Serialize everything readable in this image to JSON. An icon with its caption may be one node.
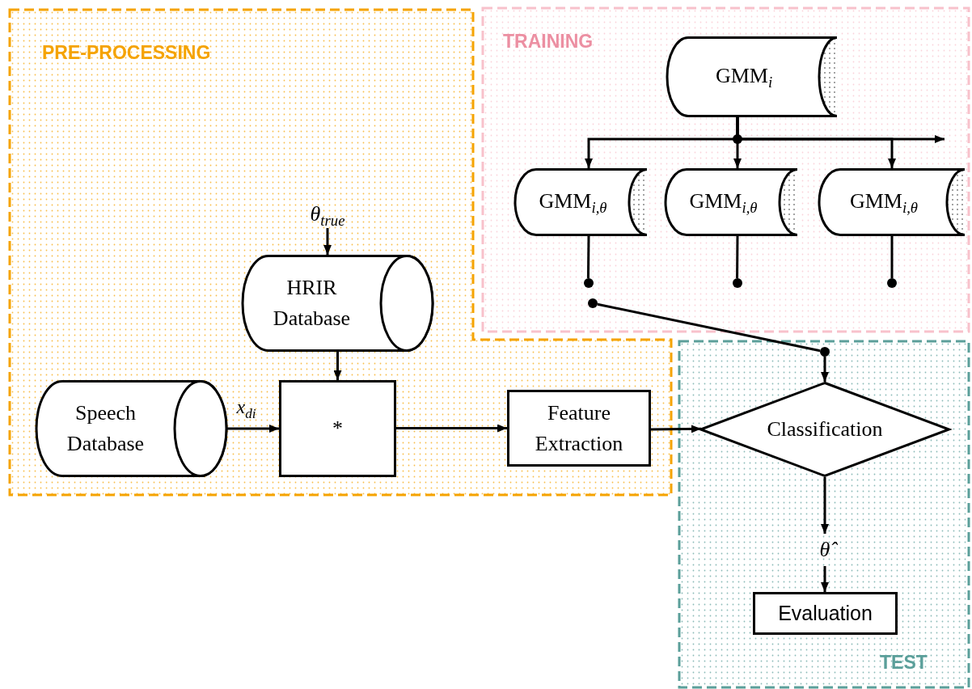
{
  "diagram": {
    "nodes": [
      {
        "text": [
          "PRE-PROCESSING"
        ]
      },
      {
        "text": [
          "TRAINING"
        ]
      },
      {
        "text": [
          "TEST"
        ]
      },
      {
        "text": [
          "GMM$_{i}$"
        ],
        "in": 1
      },
      {
        "text": [
          "GMM$_{i,θ}$"
        ],
        "in": 1
      },
      {
        "text": [
          "GMM$_{i,θ}$"
        ],
        "in": 1
      },
      {
        "text": [
          "GMM$_{i,θ}$"
        ],
        "in": 1
      },
      {
        "text": [
          "θ$_{true}$"
        ],
        "in": 0
      },
      {
        "text": [
          "HRIR Database"
        ],
        "in": 0
      },
      {
        "text": [
          "Speech Database"
        ],
        "in": 0
      },
      {
        "text": [
          "*"
        ],
        "in": 0
      },
      {
        "text": [
          "Feature Extraction"
        ],
        "in": 0
      },
      {
        "text": [
          "Classification"
        ],
        "in": 2
      },
      {
        "text": [
          "θ̂"
        ],
        "in": 2
      },
      {
        "text": [
          "Evaluation"
        ],
        "in": 2
      },
      {
        "text": [],
        "shape": "circle",
        "in": 1
      },
      {
        "text": [],
        "shape": "circle",
        "in": 1
      },
      {
        "text": [],
        "shape": "circle",
        "in": 1
      },
      {
        "text": [],
        "shape": "circle",
        "in": 1
      },
      {
        "text": [],
        "shape": "circle",
        "in": 2
      }
    ],
    "edges": [
      {
        "from": 3,
        "to": 4,
        "arrow": "to"
      },
      {
        "from": 3,
        "to": 5,
        "arrow": "to"
      },
      {
        "from": 3,
        "to": 6,
        "arrow": "to"
      },
      {
        "from": 3,
        "to": null,
        "arrow": "to"
      },
      {
        "from": 7,
        "to": 8,
        "arrow": "to"
      },
      {
        "from": 8,
        "to": 10,
        "arrow": "to"
      },
      {
        "from": 9,
        "to": 10,
        "arrow": "to",
        "label": "x$_{di}$"
      },
      {
        "from": 10,
        "to": 11,
        "arrow": "to"
      },
      {
        "from": 11,
        "to": 12,
        "arrow": "to"
      },
      {
        "from": 12,
        "to": 13,
        "arrow": "to"
      },
      {
        "from": 13,
        "to": 14,
        "arrow": "to"
      },
      {
        "from": 4,
        "to": 15,
        "arrow": "none"
      },
      {
        "from": 5,
        "to": 16,
        "arrow": "none"
      },
      {
        "from": 6,
        "to": 17,
        "arrow": "none"
      },
      {
        "from": 18,
        "to": 19,
        "arrow": "none"
      },
      {
        "from": 19,
        "to": 12,
        "arrow": "to"
      }
    ]
  }
}
